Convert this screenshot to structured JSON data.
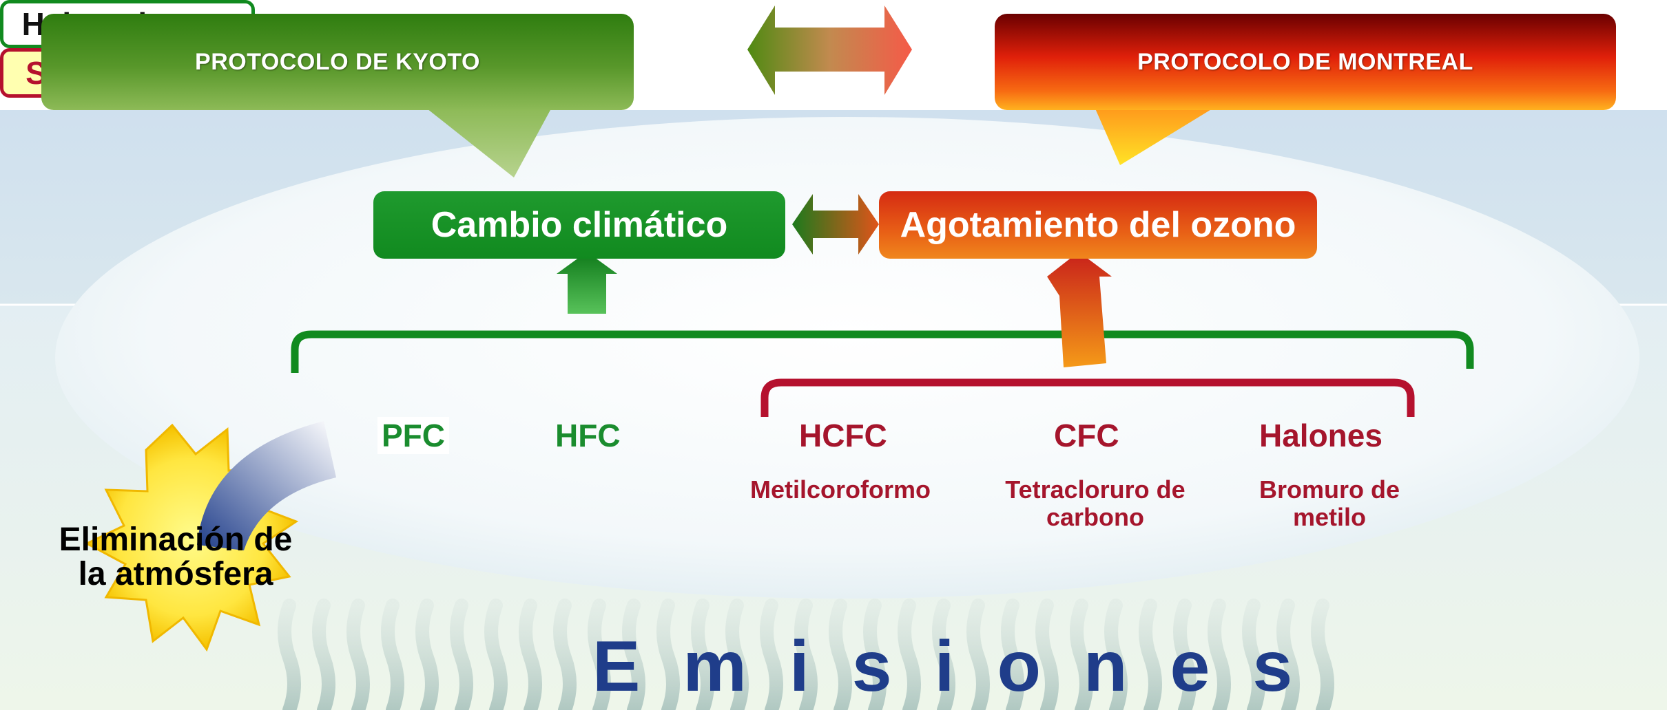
{
  "protocols": {
    "kyoto": "PROTOCOLO DE KYOTO",
    "montreal": "PROTOCOLO DE MONTREAL"
  },
  "effects": {
    "climate": "Cambio climático",
    "ozone": "Agotamiento del ozono"
  },
  "groups": {
    "halocarbons": "Halocarbonos",
    "sao": "SAO"
  },
  "gases": {
    "pfc": "PFC",
    "hfc": "HFC",
    "hcfc": "HCFC",
    "cfc": "CFC",
    "halones": "Halones"
  },
  "examples": {
    "hcfc": "Metilcoroformo",
    "cfc": "Tetracloruro de carbono",
    "halones": "Bromuro de metilo"
  },
  "removal": "Eliminación de la atmósfera",
  "emissions": "Emisiones",
  "colors": {
    "green": "#118a1f",
    "red": "#b5112e",
    "orange": "#e85f16",
    "navy": "#1f3d8a"
  }
}
